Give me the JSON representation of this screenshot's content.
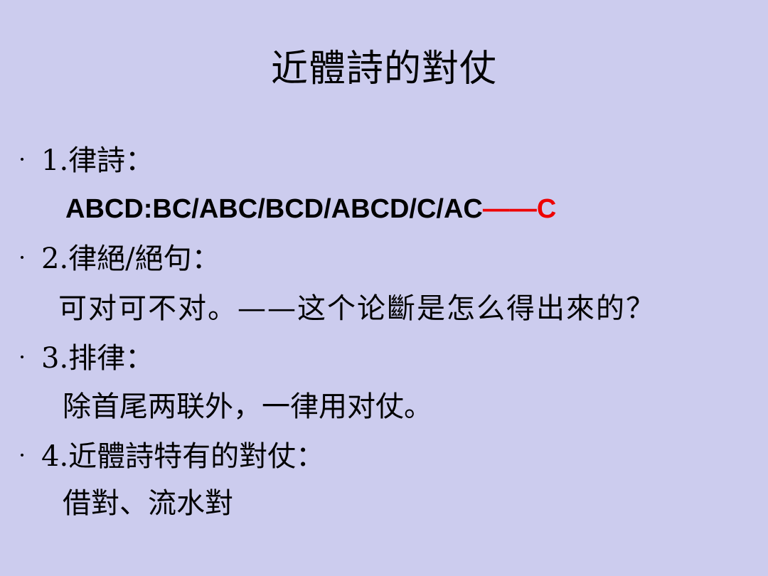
{
  "slide": {
    "title": "近體詩的對仗",
    "bullets": [
      {
        "marker": "·",
        "text": "1.律詩："
      },
      {
        "marker": "·",
        "text": "2.律絕/絕句："
      },
      {
        "marker": "·",
        "text": "3.排律："
      },
      {
        "marker": "·",
        "text": "4.近體詩特有的對仗："
      }
    ],
    "formula": {
      "main": "ABCD:BC/ABC/BCD/ABCD/C/AC",
      "highlight": "——C"
    },
    "lines": [
      "可对可不对。——这个论斷是怎么得出來的？",
      "除首尾两联外，一律用对仗。",
      "借對、流水對"
    ]
  },
  "colors": {
    "background": "#ccccee",
    "text": "#000000",
    "highlight": "#ee0000"
  }
}
